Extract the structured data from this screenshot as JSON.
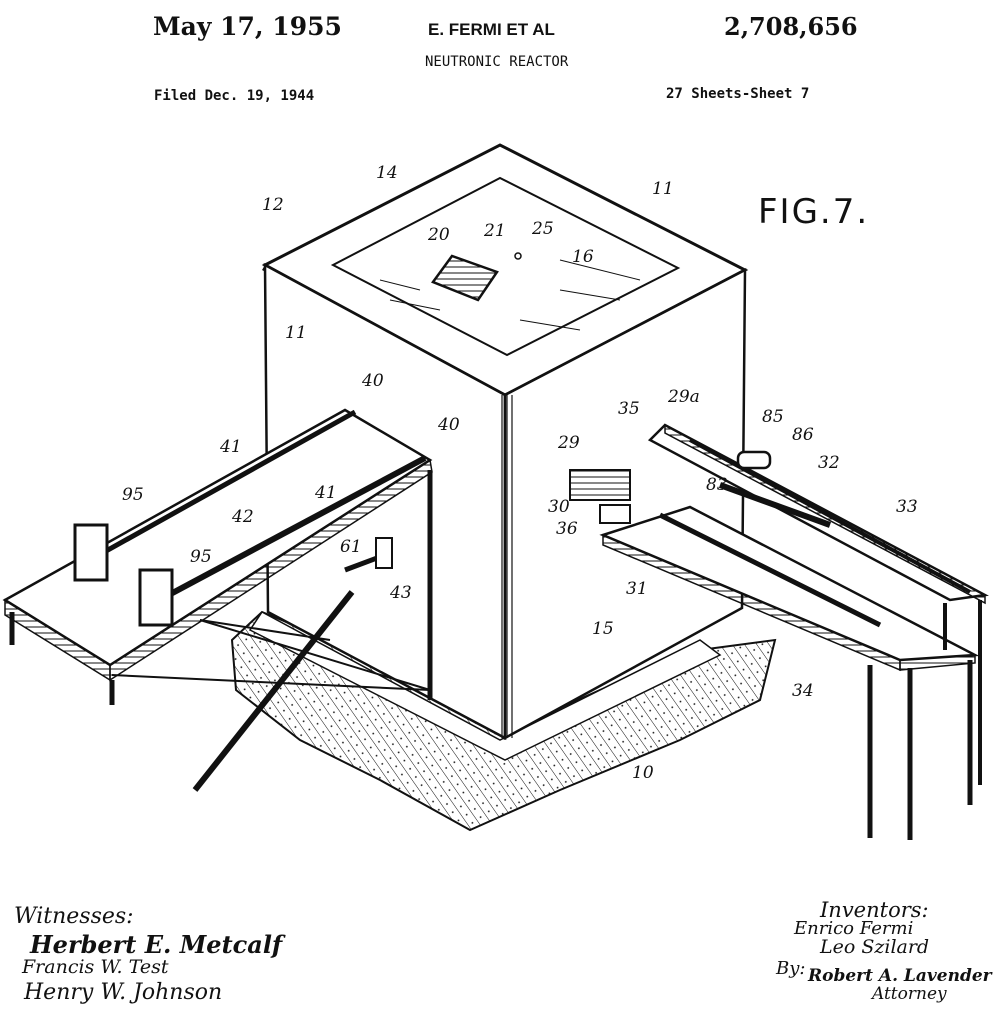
{
  "header": {
    "date": "May 17, 1955",
    "inventors": "E. FERMI ET AL",
    "patent_number": "2,708,656",
    "title": "NEUTRONIC REACTOR",
    "filed": "Filed Dec. 19, 1944",
    "sheets": "27 Sheets-Sheet 7"
  },
  "figure": {
    "label": "FIG.7.",
    "reference_numerals": {
      "n10": "10",
      "n11a": "11",
      "n11b": "11",
      "n12": "12",
      "n14": "14",
      "n15": "15",
      "n16": "16",
      "n20": "20",
      "n21": "21",
      "n25": "25",
      "n29": "29",
      "n29a": "29a",
      "n30": "30",
      "n31": "31",
      "n32": "32",
      "n33": "33",
      "n34": "34",
      "n35": "35",
      "n36": "36",
      "n40a": "40",
      "n40b": "40",
      "n41a": "41",
      "n41b": "41",
      "n42": "42",
      "n43": "43",
      "n61": "61",
      "n83": "83",
      "n85": "85",
      "n86": "86",
      "n95a": "95",
      "n95b": "95"
    }
  },
  "witnesses": {
    "label": "Witnesses:",
    "names": [
      "Herbert E. Metcalf",
      "Francis W. Test",
      "Henry W. Johnson"
    ]
  },
  "inventors_block": {
    "label": "Inventors:",
    "names": [
      "Enrico Fermi",
      "Leo Szilard"
    ],
    "by": "By:",
    "attorney_signature": "Robert A. Lavender",
    "attorney_label": "Attorney"
  }
}
